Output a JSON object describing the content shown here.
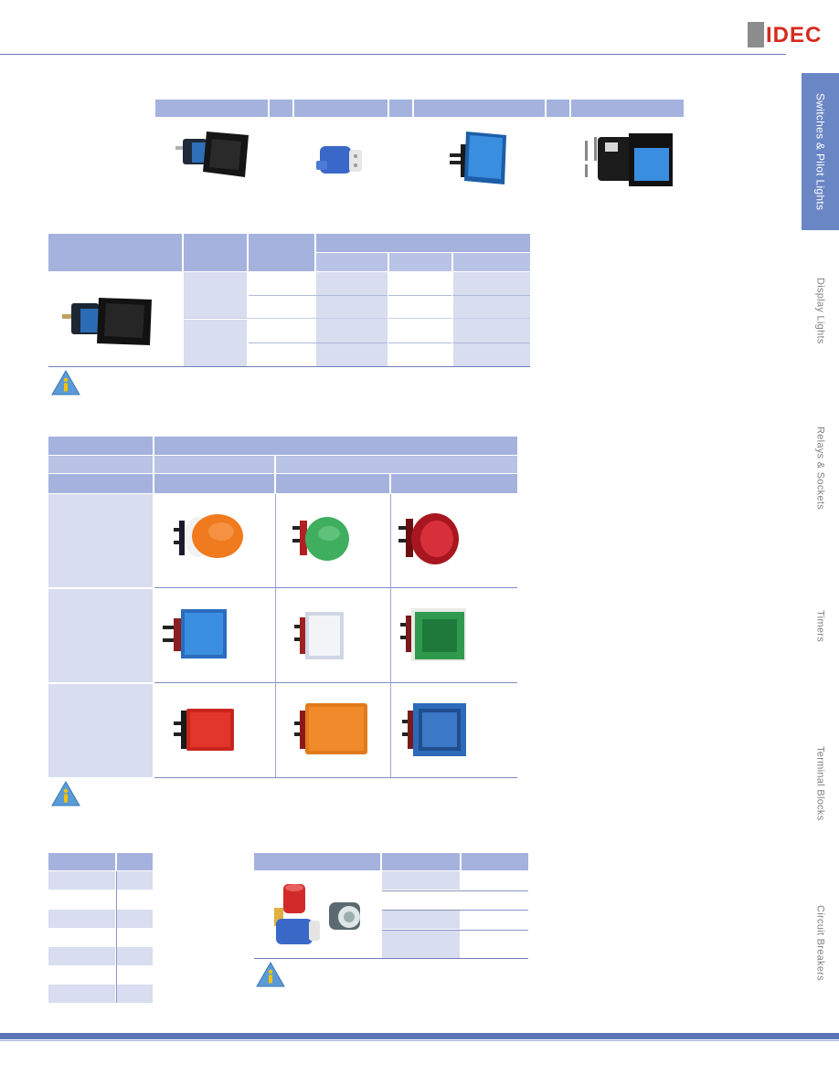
{
  "header": {
    "logo_text": "IDEC"
  },
  "sidebar": {
    "tabs": [
      {
        "label": "Switches & Pilot Lights",
        "active": true
      },
      {
        "label": "Display Lights",
        "active": false
      },
      {
        "label": "Relays & Sockets",
        "active": false
      },
      {
        "label": "Timers",
        "active": false
      },
      {
        "label": "Terminal Blocks",
        "active": false
      },
      {
        "label": "Circuit Breakers",
        "active": false
      }
    ]
  },
  "colors": {
    "accent": "#6a86c4",
    "header_fill": "#a5b2de",
    "row_shade": "#d8ddef",
    "brand_red": "#d52b1e",
    "bottom_bar": "#5b75b9"
  },
  "icons": {
    "info": "info-icon"
  },
  "lens_colors": {
    "round_row": [
      "#f07a1e",
      "#3fae5e",
      "#c9202a"
    ],
    "square_row": [
      "#3a86d6",
      "#f0f2f6",
      "#2f9a4e"
    ],
    "rect_row": [
      "#e2362b",
      "#f08a2a",
      "#3b78c6"
    ]
  }
}
